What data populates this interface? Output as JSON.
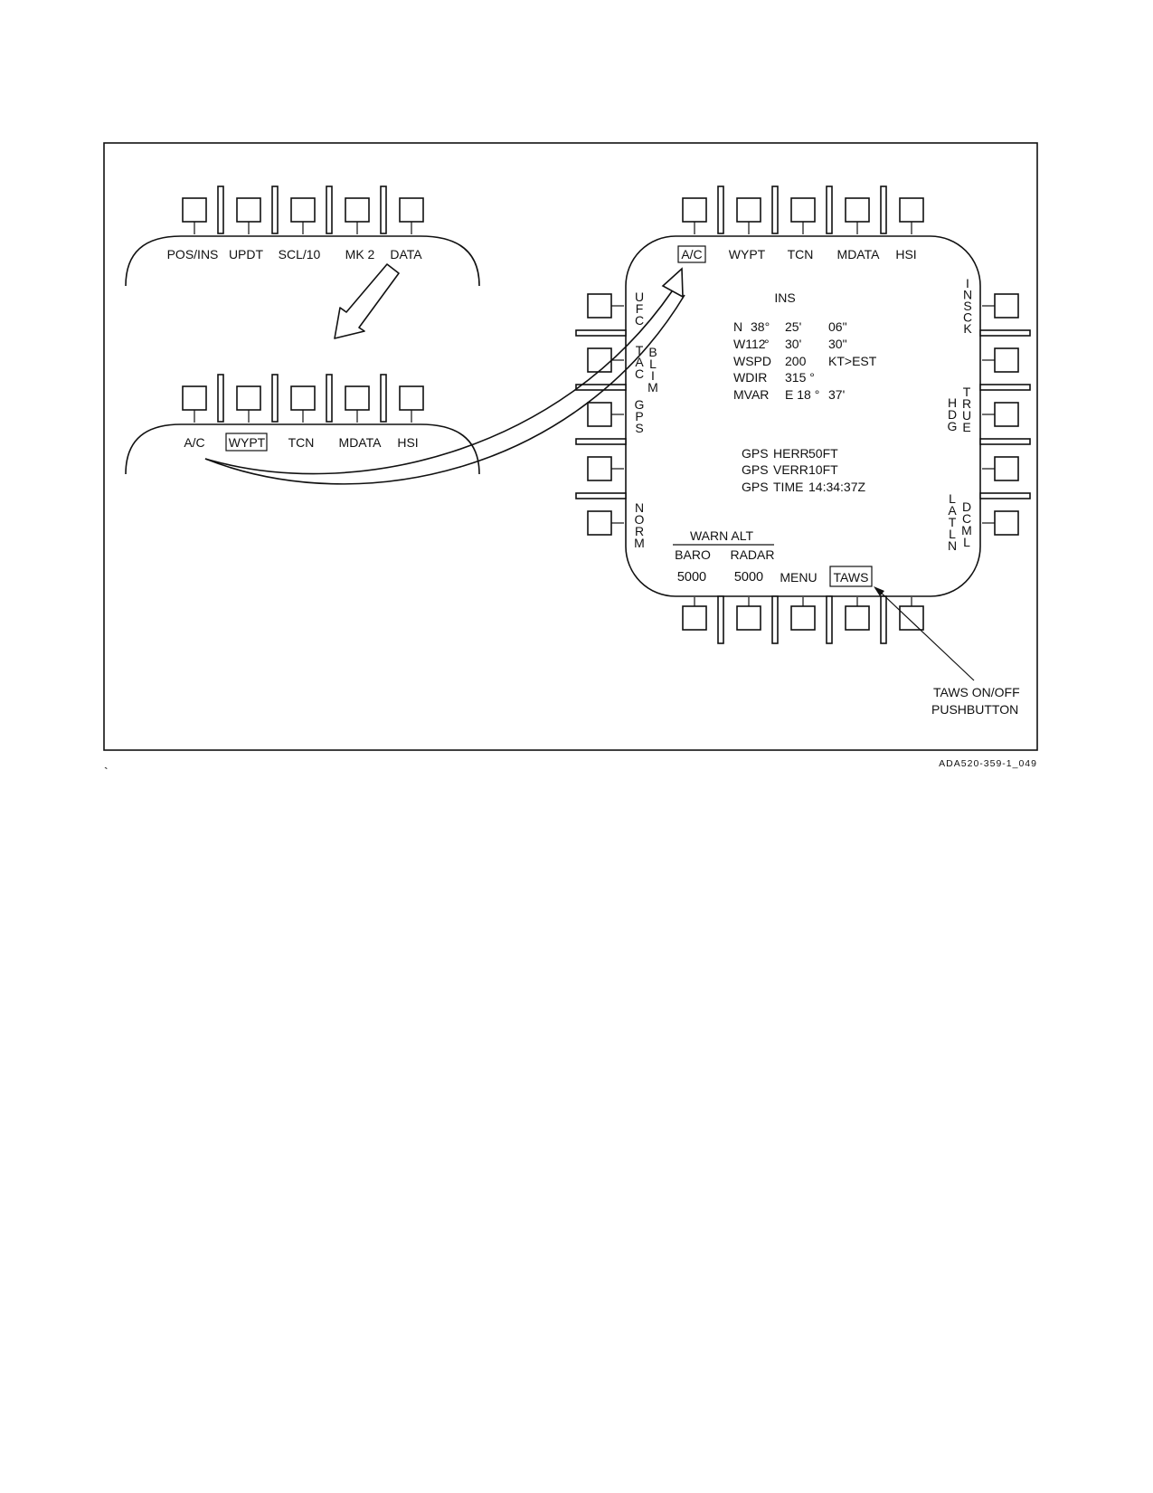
{
  "figure_id": "ADA520-359-1_049",
  "stray_mark": "`",
  "top_menu": {
    "labels": [
      "POS/INS",
      "UPDT",
      "SCL/10",
      "MK 2",
      "DATA"
    ]
  },
  "middle_menu": {
    "labels": [
      "A/C",
      "WYPT",
      "TCN",
      "MDATA",
      "HSI"
    ],
    "boxed": "WYPT"
  },
  "ddi": {
    "top_labels": [
      "A/C",
      "WYPT",
      "TCN",
      "MDATA",
      "HSI"
    ],
    "top_boxed": "A/C",
    "left_labels": [
      "UFC",
      "TAC",
      "BLIM",
      "GPS",
      "NORM"
    ],
    "right_labels": [
      "INSCK",
      "HDG",
      "TRUE",
      "LATLN",
      "DCML"
    ],
    "ins_title": "INS",
    "ins_rows": [
      [
        "N",
        "38°",
        "25'",
        "06\""
      ],
      [
        "W112",
        "°",
        "30'",
        "30\""
      ],
      [
        "WSPD",
        "200",
        "KT>EST",
        ""
      ],
      [
        "WDIR",
        "315 °",
        "",
        ""
      ],
      [
        "MVAR",
        "E 18 °",
        "37'",
        ""
      ]
    ],
    "gps_rows": [
      [
        "GPS",
        "HERR",
        "50FT"
      ],
      [
        "GPS",
        "VERR",
        "10FT"
      ],
      [
        "GPS",
        "TIME",
        "14:34:37Z"
      ]
    ],
    "warn_alt": {
      "title": "WARN ALT",
      "baro_label": "BARO",
      "radar_label": "RADAR",
      "baro_value": "5000",
      "radar_value": "5000"
    },
    "bottom_labels": [
      "MENU",
      "TAWS"
    ],
    "bottom_boxed": "TAWS"
  },
  "callout": {
    "line1": "TAWS ON/OFF",
    "line2": "PUSHBUTTON"
  }
}
